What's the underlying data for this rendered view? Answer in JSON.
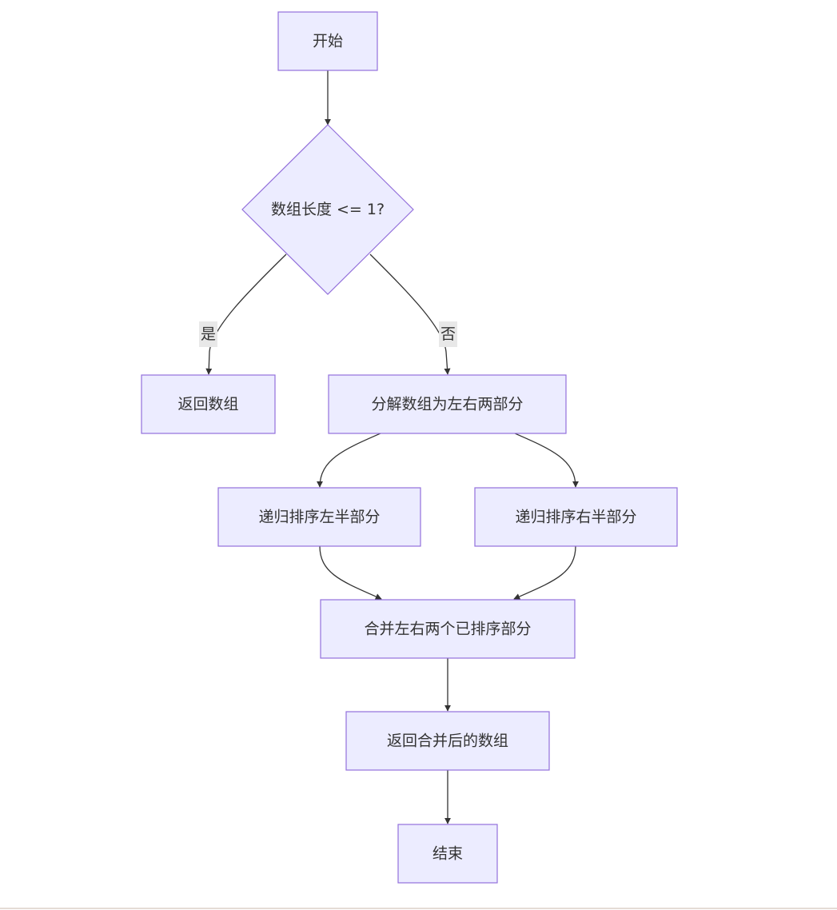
{
  "diagram": {
    "nodes": {
      "start": "开始",
      "check": "数组长度 <= 1?",
      "return_array": "返回数组",
      "split": "分解数组为左右两部分",
      "sort_left": "递归排序左半部分",
      "sort_right": "递归排序右半部分",
      "merge": "合并左右两个已排序部分",
      "return_merged": "返回合并后的数组",
      "end": "结束"
    },
    "edge_labels": {
      "yes": "是",
      "no": "否"
    },
    "colors": {
      "node_fill": "#ececff",
      "node_border": "#9370db",
      "edge": "#333333",
      "text": "#333333"
    }
  }
}
